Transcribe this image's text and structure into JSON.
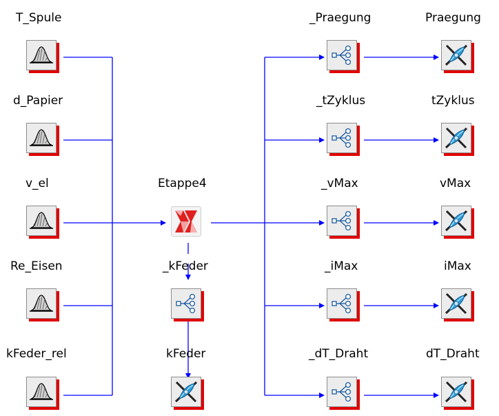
{
  "colors": {
    "wire": "#0000ff",
    "shadow": "#e00000",
    "node_face": "#ececec"
  },
  "inputs": [
    {
      "label": "T_Spule",
      "icon": "distribution-icon"
    },
    {
      "label": "d_Papier",
      "icon": "distribution-icon"
    },
    {
      "label": "v_el",
      "icon": "distribution-icon"
    },
    {
      "label": "Re_Eisen",
      "icon": "distribution-icon"
    },
    {
      "label": "kFeder_rel",
      "icon": "distribution-icon"
    }
  ],
  "hub": {
    "label": "Etappe4",
    "icon": "model-block-icon"
  },
  "internal": {
    "split_label": "_kFeder",
    "split_icon": "network-split-icon",
    "output_label": "kFeder",
    "output_icon": "result-probe-icon"
  },
  "outputs": [
    {
      "split_label": "_Praegung",
      "label": "Praegung"
    },
    {
      "split_label": "_tZyklus",
      "label": "tZyklus"
    },
    {
      "split_label": "_vMax",
      "label": "vMax"
    },
    {
      "split_label": "_iMax",
      "label": "iMax"
    },
    {
      "split_label": "_dT_Draht",
      "label": "dT_Draht"
    }
  ]
}
